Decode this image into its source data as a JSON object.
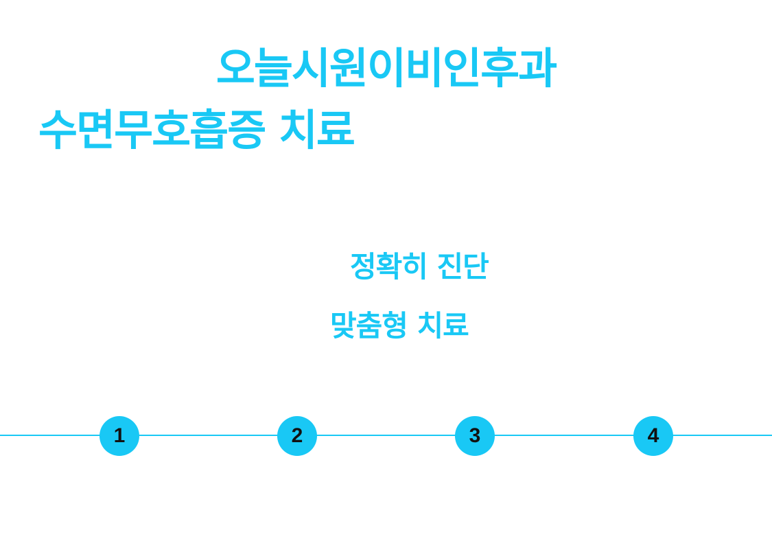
{
  "colors": {
    "accent": "#19C8F5",
    "line": "#19C8F5",
    "step_text": "#111111",
    "background": "#FFFFFF"
  },
  "hero": {
    "line1": "오늘시원이비인후과",
    "line2": "수면무호흡증 치료"
  },
  "features": {
    "item1": "정확히 진단",
    "item2": "맞춤형 치료"
  },
  "timeline": {
    "steps": [
      "1",
      "2",
      "3",
      "4"
    ]
  }
}
